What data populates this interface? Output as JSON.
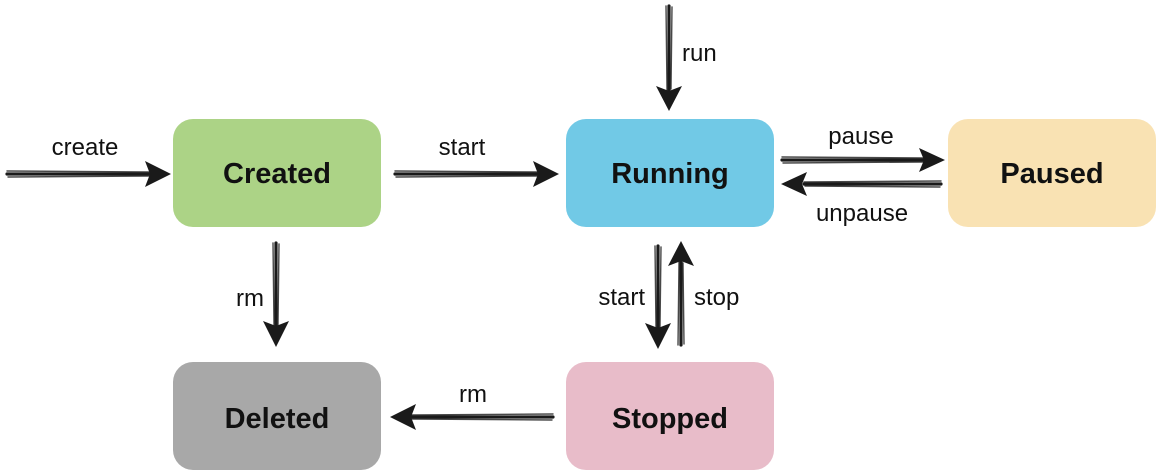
{
  "colors": {
    "created": "#acd386",
    "running": "#71c9e6",
    "paused": "#f9e2b3",
    "deleted": "#a8a8a8",
    "stopped": "#e8bcc9",
    "arrow": "#1a1a1a"
  },
  "states": {
    "created": "Created",
    "running": "Running",
    "paused": "Paused",
    "deleted": "Deleted",
    "stopped": "Stopped"
  },
  "transitions": {
    "create": "create",
    "start_created_running": "start",
    "run": "run",
    "pause": "pause",
    "unpause": "unpause",
    "rm_created_deleted": "rm",
    "start_stopped_running": "start",
    "stop": "stop",
    "rm_stopped_deleted": "rm"
  }
}
